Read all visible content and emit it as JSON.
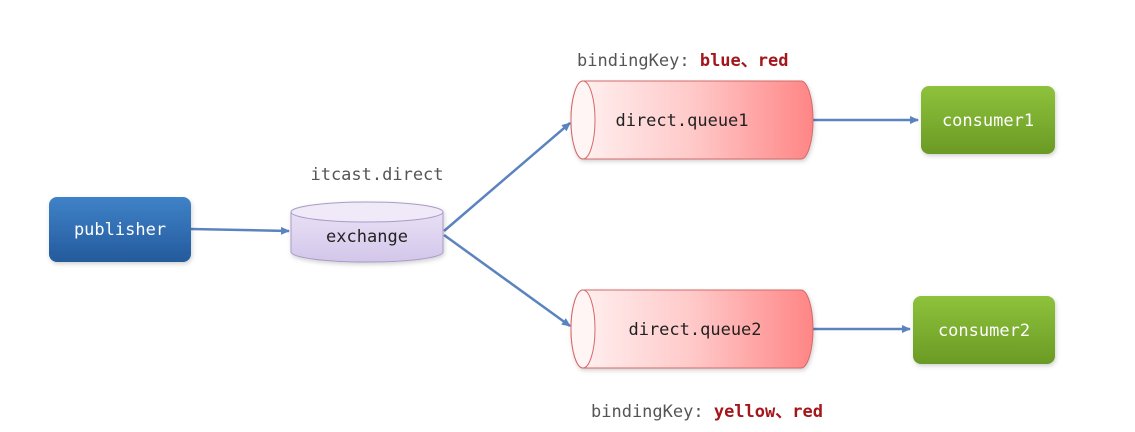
{
  "nodes": {
    "publisher": "publisher",
    "exchange": "exchange",
    "exchange_name": "itcast.direct",
    "queue1": "direct.queue1",
    "queue2": "direct.queue2",
    "consumer1": "consumer1",
    "consumer2": "consumer2"
  },
  "bindings": {
    "queue1": {
      "prefix": "bindingKey: ",
      "keys": "blue、red"
    },
    "queue2": {
      "prefix": "bindingKey: ",
      "keys": "yellow、red"
    }
  },
  "colors": {
    "publisher": "#2f6db3",
    "exchange": "#ddd3ef",
    "queue_start": "#fff1f1",
    "queue_end": "#ff8f8f",
    "consumer": "#7cad2e",
    "arrow": "#5b83bf",
    "binding_key": "#a3161b"
  }
}
